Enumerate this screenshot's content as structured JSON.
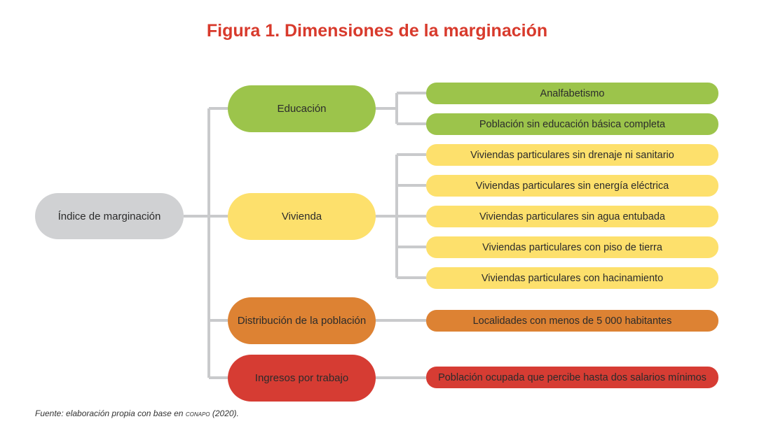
{
  "title": "Figura 1. Dimensiones de la marginación",
  "root": "Índice de marginación",
  "colors": {
    "root": "#d0d1d3",
    "educacion": "#9cc44b",
    "vivienda": "#fde06c",
    "distribucion": "#dd8233",
    "ingresos": "#d63c33",
    "title": "#d83a2c",
    "connector": "#c9cacc"
  },
  "dimensions": [
    {
      "label": "Educación",
      "indicators": [
        "Analfabetismo",
        "Población sin educación básica completa"
      ]
    },
    {
      "label": "Vivienda",
      "indicators": [
        "Viviendas particulares sin drenaje ni sanitario",
        "Viviendas particulares sin energía eléctrica",
        "Viviendas particulares sin agua entubada",
        "Viviendas particulares con piso de tierra",
        "Viviendas particulares con hacinamiento"
      ]
    },
    {
      "label": "Distribución de la población",
      "indicators": [
        "Localidades con menos de 5 000 habitantes"
      ]
    },
    {
      "label": "Ingresos por trabajo",
      "indicators": [
        "Población ocupada que percibe hasta dos salarios mínimos"
      ]
    }
  ],
  "source_prefix": "Fuente: elaboración propia con base en",
  "source_org": "CONAPO",
  "source_year": "(2020)."
}
